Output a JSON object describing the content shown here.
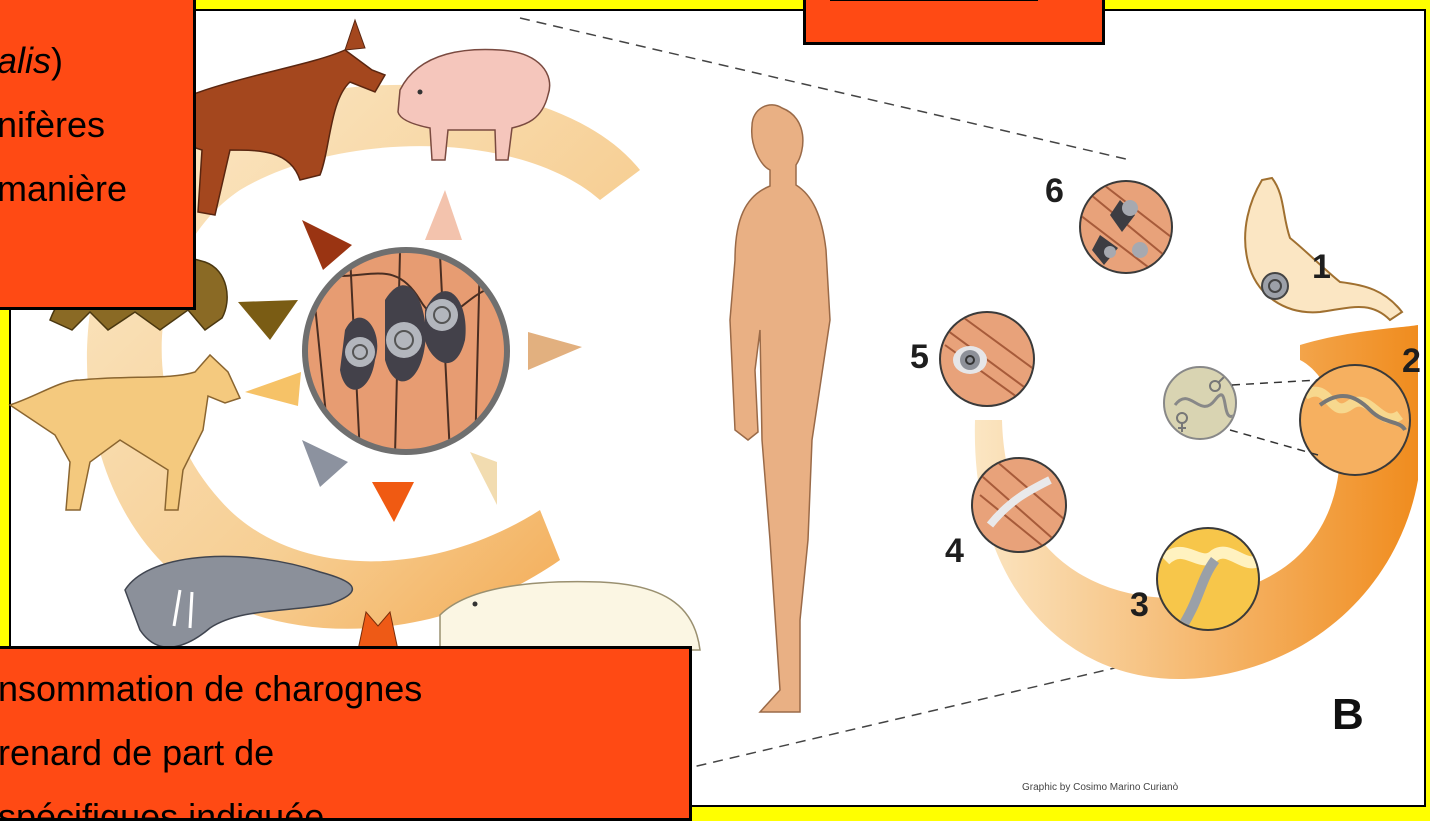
{
  "callout_top_left": {
    "line1_italic": "alis",
    "line1_rest": ")",
    "line2": "nifères",
    "line3": "manière"
  },
  "callout_bottom": {
    "line1": "nsommation de charognes",
    "line2": "renard de part de",
    "line3": "spécifiques indiquée"
  },
  "figure": {
    "panel_label": "B",
    "credit": "Graphic by Cosimo Marino Curianò",
    "stages": [
      "1",
      "2",
      "3",
      "4",
      "5",
      "6"
    ]
  },
  "colors": {
    "slide_background": "#ffff00",
    "callout_fill": "#ff4a14",
    "cycle_arc_light": "#f8dcae",
    "cycle_arc_dark": "#f29a30",
    "muscle_tissue": "#e8a27a",
    "human_skin": "#e9b084"
  },
  "icons": [
    "horse",
    "pig",
    "bear",
    "dog",
    "walrus",
    "fox",
    "polar-bear",
    "human-figure",
    "stomach",
    "male-symbol",
    "female-symbol"
  ]
}
